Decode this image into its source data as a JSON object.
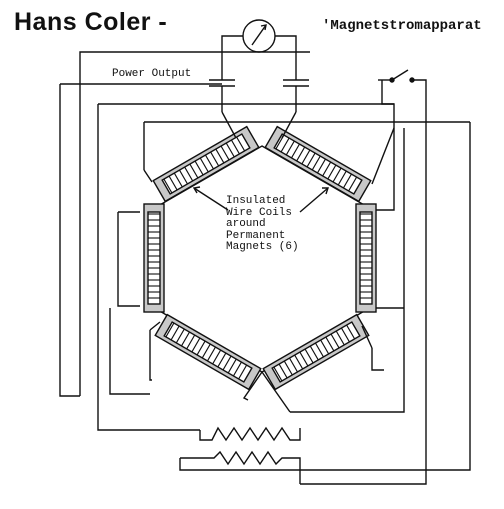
{
  "header": {
    "title": "Hans Coler -",
    "subtitle": "'Magnetstromapparat"
  },
  "labels": {
    "power_output": "Power Output",
    "coils_lines": [
      "Insulated",
      "Wire Coils",
      "around",
      "Permanent",
      "Magnets (6)"
    ]
  },
  "icons": {
    "meter": "meter-icon",
    "capacitor": "capacitor-icon",
    "switch": "switch-icon",
    "resistor": "resistor-icon"
  },
  "colors": {
    "ink": "#111111",
    "background": "#ffffff",
    "coil_fill": "#c8c8c8"
  }
}
